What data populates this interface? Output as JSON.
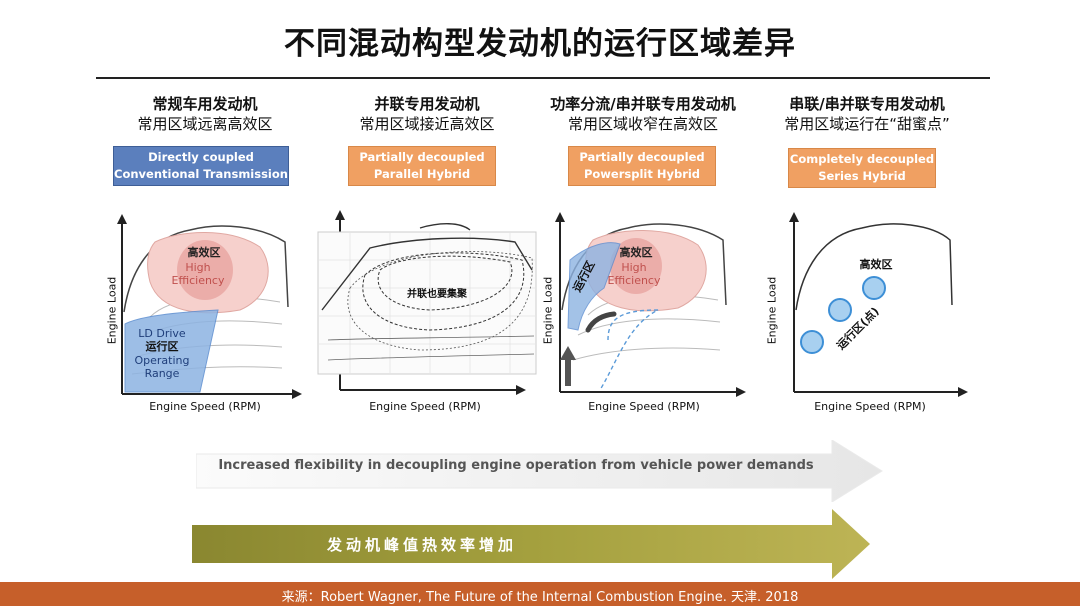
{
  "title": "不同混动构型发动机的运行区域差异",
  "columns": [
    {
      "head": "常规车用发动机",
      "sub": "常用区域远离高效区",
      "box": [
        "Directly coupled",
        "Conventional Transmission"
      ]
    },
    {
      "head": "并联专用发动机",
      "sub": "常用区域接近高效区",
      "box": [
        "Partially decoupled",
        "Parallel Hybrid"
      ]
    },
    {
      "head": "功率分流/串并联专用发动机",
      "sub": "常用区域收窄在高效区",
      "box": [
        "Partially decoupled",
        "Powersplit Hybrid"
      ]
    },
    {
      "head": "串联/串并联专用发动机",
      "sub": "常用区域运行在“甜蜜点”",
      "box": [
        "Completely decoupled",
        "Series Hybrid"
      ]
    }
  ],
  "axes": {
    "x": "Engine Speed (RPM)",
    "y": "Engine Load"
  },
  "plot1": {
    "he_cn": "高效区",
    "he_en1": "High",
    "he_en2": "Efficiency",
    "ld1": "LD Drive",
    "ld2": "运行区",
    "ld3": "Operating",
    "ld4": "Range"
  },
  "plot2": {
    "label": "并联也要集聚"
  },
  "plot3": {
    "he_cn": "高效区",
    "he_en1": "High",
    "he_en2": "Efficiency",
    "op": "运行区"
  },
  "plot4": {
    "he_cn": "高效区",
    "op": "运行区(点)"
  },
  "arrow1": "Increased flexibility in decoupling engine operation from vehicle power demands",
  "arrow2": "发动机峰值热效率增加",
  "footer": "来源：Robert Wagner, The Future of the Internal Combustion Engine. 天津. 2018",
  "colors": {
    "blue_box": "#5b7fbd",
    "orange_box": "#f0a062",
    "olive_arrow": "#9c9838",
    "footer": "#c65f2a"
  }
}
